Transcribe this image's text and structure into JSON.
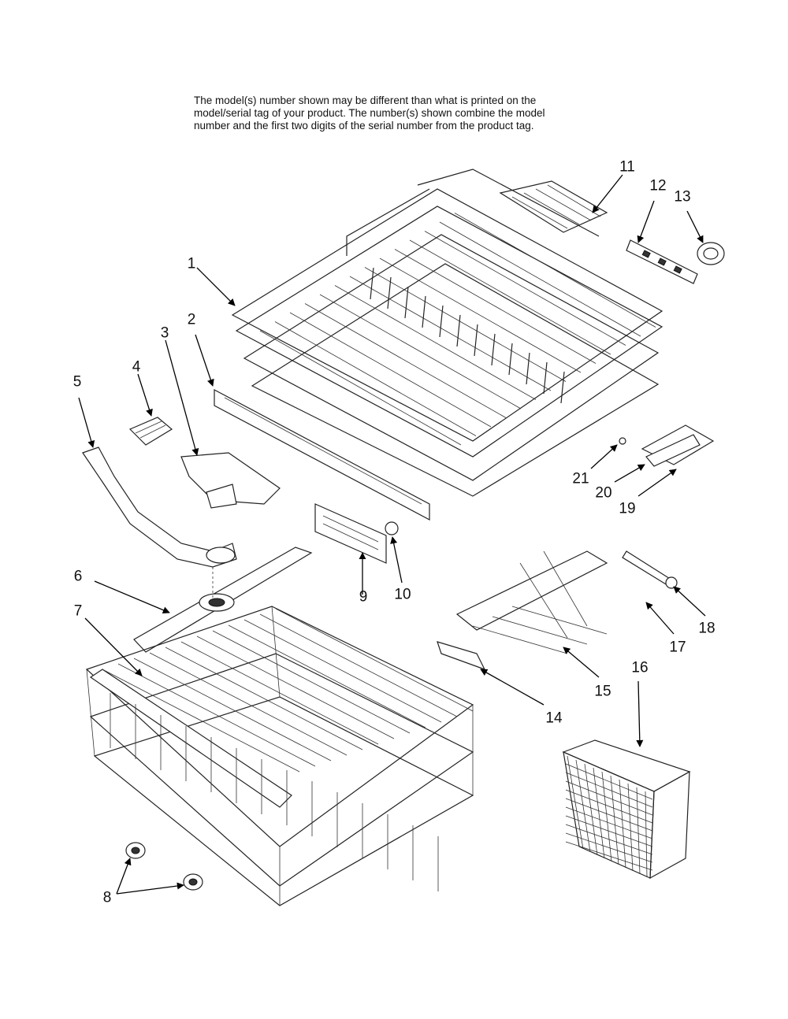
{
  "note": {
    "line1": "The model(s) number shown may be different than what is printed on the",
    "line2": "model/serial tag of your product. The number(s) shown combine the model",
    "line3": "number and the first two digits of the serial number from the product tag."
  },
  "labels": {
    "p1": "1",
    "p2": "2",
    "p3": "3",
    "p4": "4",
    "p5": "5",
    "p6": "6",
    "p7": "7",
    "p8": "8",
    "p9": "9",
    "p10": "10",
    "p11": "11",
    "p12": "12",
    "p13": "13",
    "p14": "14",
    "p15": "15",
    "p16": "16",
    "p17": "17",
    "p18": "18",
    "p19": "19",
    "p20": "20",
    "p21": "21"
  }
}
